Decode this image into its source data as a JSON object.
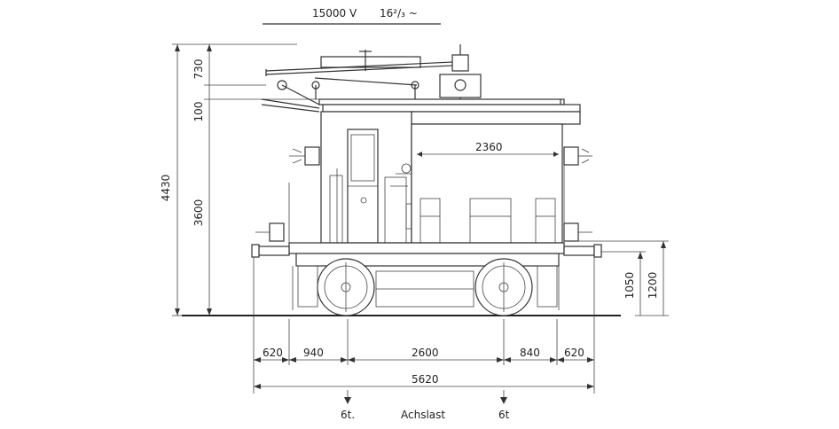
{
  "header": {
    "voltage": "15000 V",
    "frequency": "16²/₃ ~"
  },
  "dimensions": {
    "height_total": "4430",
    "height_top": "730",
    "height_mid": "100",
    "height_body": "3600",
    "cab_length": "2360",
    "buffer_height": "1050",
    "frame_height": "1200",
    "seg_1": "620",
    "seg_2": "940",
    "seg_3": "2600",
    "seg_4": "840",
    "seg_5": "620",
    "overall_length": "5620"
  },
  "axle_load": {
    "label": "Achslast",
    "front": "6t.",
    "rear": "6t"
  }
}
